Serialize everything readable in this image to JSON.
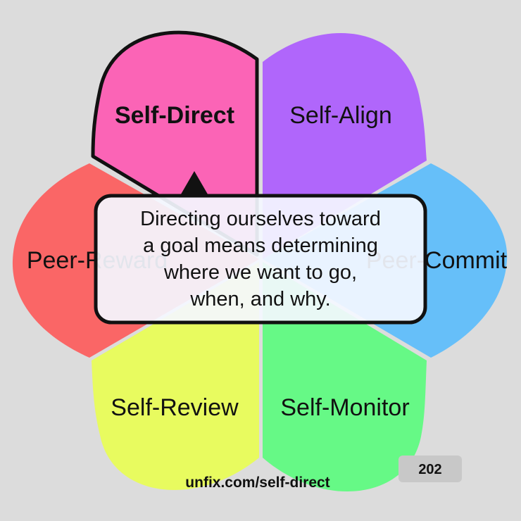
{
  "petals": [
    {
      "id": "self-direct",
      "label": "Self-Direct",
      "color": "#fb64b6",
      "active": true
    },
    {
      "id": "self-align",
      "label": "Self-Align",
      "color": "#b066fb"
    },
    {
      "id": "peer-commit",
      "label": "Peer-Commit",
      "color": "#66bff9"
    },
    {
      "id": "self-monitor",
      "label": "Self-Monitor",
      "color": "#66f986"
    },
    {
      "id": "self-review",
      "label": "Self-Review",
      "color": "#e8fb5f"
    },
    {
      "id": "peer-reward",
      "label": "Peer-Reward",
      "color": "#fa6666"
    }
  ],
  "callout": {
    "lines": [
      "Directing ourselves toward",
      "a goal means determining",
      "where we want to go,",
      "when, and why."
    ]
  },
  "footer": {
    "url": "unfix.com/self-direct",
    "page_number": "202"
  },
  "colors": {
    "background": "#dcdcdc",
    "outline": "#111111",
    "callout_fill": "#f4f7ff"
  }
}
